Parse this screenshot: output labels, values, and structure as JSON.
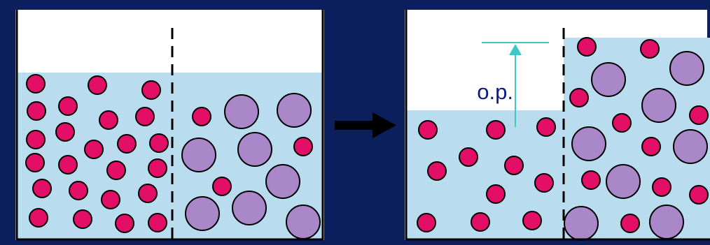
{
  "colors": {
    "border": "#0b1f5c",
    "beaker_bg": "#ffffff",
    "solution": "#b9dcee",
    "water_molecule": "#e30f66",
    "solute_particle": "#a987c8",
    "outline": "#000000",
    "op_arrow": "#3cc9c6",
    "op_label": "#0a1a8c",
    "process_arrow": "#000000"
  },
  "icons": {
    "process_arrow": "right-arrow",
    "pressure_arrow": "up-arrow"
  },
  "op_label": "o.p."
}
